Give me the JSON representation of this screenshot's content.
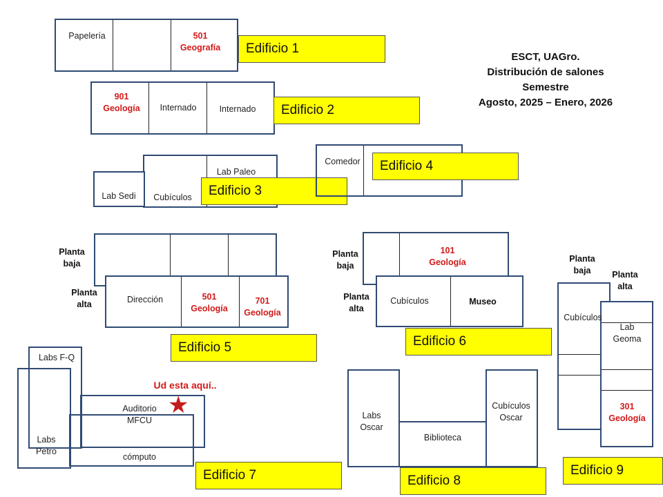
{
  "title": {
    "line1": "ESCT, UAGro.",
    "line2": "Distribución de salones",
    "line3": "Semestre",
    "line4": "Agosto, 2025 – Enero, 2026"
  },
  "buildings": {
    "e1": {
      "tag": "Edificio 1",
      "papeleria": "Papelería",
      "room_num": "501",
      "room_name": "Geografía"
    },
    "e2": {
      "tag": "Edificio 2",
      "room_num": "901",
      "room_name": "Geología",
      "internado_a": "Internado",
      "internado_b": "Internado"
    },
    "e3": {
      "tag": "Edificio 3",
      "lab_sedi": "Lab Sedi",
      "cubiculos": "Cubículos",
      "lab_paleo": "Lab Paleo"
    },
    "e4": {
      "tag": "Edificio 4",
      "comedor": "Comedor"
    },
    "e5": {
      "tag": "Edificio 5",
      "planta_baja": [
        "Planta",
        "baja"
      ],
      "planta_alta": [
        "Planta",
        "alta"
      ],
      "direccion": "Dirección",
      "room_a_num": "501",
      "room_a_name": "Geología",
      "room_b_num": "701",
      "room_b_name": "Geología"
    },
    "e6": {
      "tag": "Edificio 6",
      "planta_baja": [
        "Planta",
        "baja"
      ],
      "planta_alta": [
        "Planta",
        "alta"
      ],
      "room_num": "101",
      "room_name": "Geología",
      "cubiculos": "Cubículos",
      "museo": "Museo"
    },
    "e7": {
      "tag": "Edificio 7",
      "labs_fq": "Labs F-Q",
      "labs_petro": [
        "Labs",
        "Petro"
      ],
      "auditorio": [
        "Auditorio",
        "MFCU"
      ],
      "computo": "cómputo",
      "here": "Ud esta aquí.."
    },
    "e8": {
      "tag": "Edificio 8",
      "labs_oscar": [
        "Labs",
        "Oscar"
      ],
      "biblioteca": "Biblioteca",
      "cubiculos_oscar": [
        "Cubículos",
        "Oscar"
      ]
    },
    "e9": {
      "tag": "Edificio 9",
      "planta_baja": [
        "Planta",
        "baja"
      ],
      "planta_alta": [
        "Planta",
        "alta"
      ],
      "cubiculos": "Cubículos",
      "lab_geoma": [
        "Lab",
        "Geoma"
      ],
      "room_num": "301",
      "room_name": "Geología"
    }
  },
  "colors": {
    "outline": "#2f4a73",
    "tag_bg": "#ffff00",
    "highlight": "#d11a1a"
  },
  "icons": {
    "here_marker": "star-icon"
  }
}
